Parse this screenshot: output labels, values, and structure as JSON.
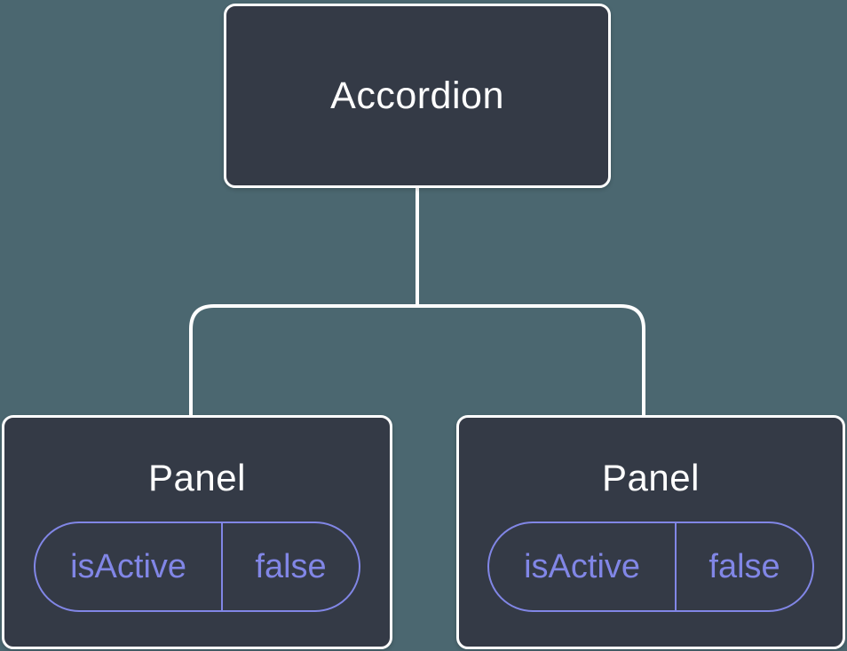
{
  "diagram": {
    "root": {
      "label": "Accordion"
    },
    "children": [
      {
        "label": "Panel",
        "state": {
          "key": "isActive",
          "value": "false"
        }
      },
      {
        "label": "Panel",
        "state": {
          "key": "isActive",
          "value": "false"
        }
      }
    ],
    "colors": {
      "canvas_bg": "#4B6770",
      "node_bg": "#343A46",
      "node_border": "#FFFFFF",
      "node_text": "#FFFFFF",
      "connector": "#FFFFFF",
      "state_accent": "#8186E6"
    }
  }
}
